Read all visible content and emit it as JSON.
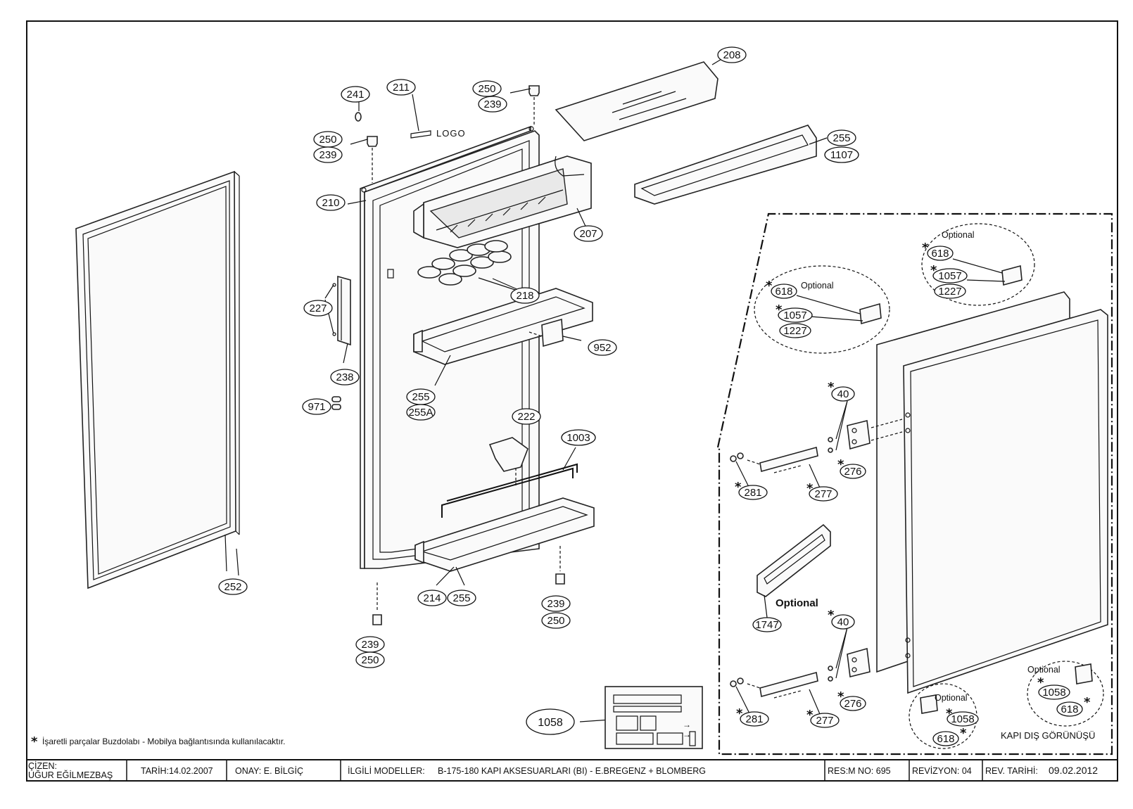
{
  "drawing": {
    "logo_text": "LOGO",
    "footnote": "İşaretli parçalar Buzdolabı - Mobilya bağlantısında kullanılacaktır.",
    "view_label": "KAPI DIŞ GÖRÜNÜŞÜ",
    "optional_label": "Optional",
    "callouts": {
      "c208": "208",
      "c241": "241",
      "c211": "211",
      "c250a": "250",
      "c239a": "239",
      "c250b": "250",
      "c239b": "239",
      "c255a": "255",
      "c1107": "1107",
      "c210": "210",
      "c207": "207",
      "c218": "218",
      "c227": "227",
      "c952": "952",
      "c238": "238",
      "c255b": "255",
      "c255A": "255A",
      "c971": "971",
      "c222": "222",
      "c1003": "1003",
      "c252": "252",
      "c214": "214",
      "c255c": "255",
      "c239c": "239",
      "c250c": "250",
      "c239d": "239",
      "c250d": "250",
      "c1058big": "1058",
      "c618a": "618",
      "c1057a": "1057",
      "c1227a": "1227",
      "c618b": "618",
      "c1057b": "1057",
      "c1227b": "1227",
      "c40a": "40",
      "c276a": "276",
      "c281a": "281",
      "c277a": "277",
      "c1747": "1747",
      "c40b": "40",
      "c276b": "276",
      "c281b": "281",
      "c277b": "277",
      "c1058a": "1058",
      "c618c": "618",
      "c1058b": "1058",
      "c618d": "618"
    }
  },
  "title_block": {
    "cizen_label": "ÇİZEN:",
    "cizen_name": "UĞUR EĞİLMEZBAŞ",
    "tarih": "TARİH:14.02.2007",
    "onay": "ONAY: E. BİLGİÇ",
    "models_label": "İLGİLİ MODELLER:",
    "models_value": "B-175-180 KAPI AKSESUARLARI (BI) - E.BREGENZ + BLOMBERG",
    "resim_no": "RES:M NO: 695",
    "revizyon": "REVİZYON: 04",
    "rev_tarihi_label": "REV. TARİHİ:",
    "rev_tarihi_value": "09.02.2012"
  }
}
